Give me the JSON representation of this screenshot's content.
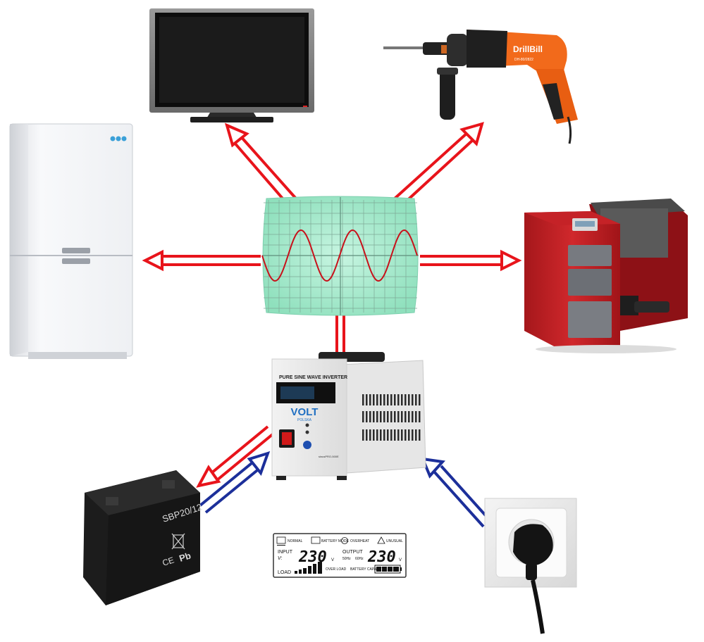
{
  "inverter": {
    "title": "PURE SINE WAVE INVERTER",
    "brand": "VOLT",
    "brand_sub": "POLSKA",
    "model": "sinusPRO-500E"
  },
  "battery": {
    "model": "SBP20/12",
    "chemistry": "Pb",
    "marks": "CE"
  },
  "drill": {
    "brand": "DrillBill",
    "model": "DH-80/2822"
  },
  "lcd": {
    "normal": "NORMAL",
    "battery_mode": "BATTERY MODE",
    "overheat": "OVERHEAT",
    "unusual": "UNUSUAL",
    "input_label": "INPUT",
    "input_value": "230",
    "input_unit": "V",
    "output_label": "OUTPUT",
    "output_value": "230",
    "output_unit": "V",
    "freq_50": "50Hz",
    "freq_60": "60Hz",
    "load_label": "LOAD",
    "over_load": "OVER LOAD",
    "battery_capacity": "BATTERY CAPACITY"
  },
  "colors": {
    "output_arrow": "#e8141b",
    "input_arrow": "#1c2f9a",
    "scope_screen": "#a8ecd0",
    "sine": "#c8111a"
  }
}
